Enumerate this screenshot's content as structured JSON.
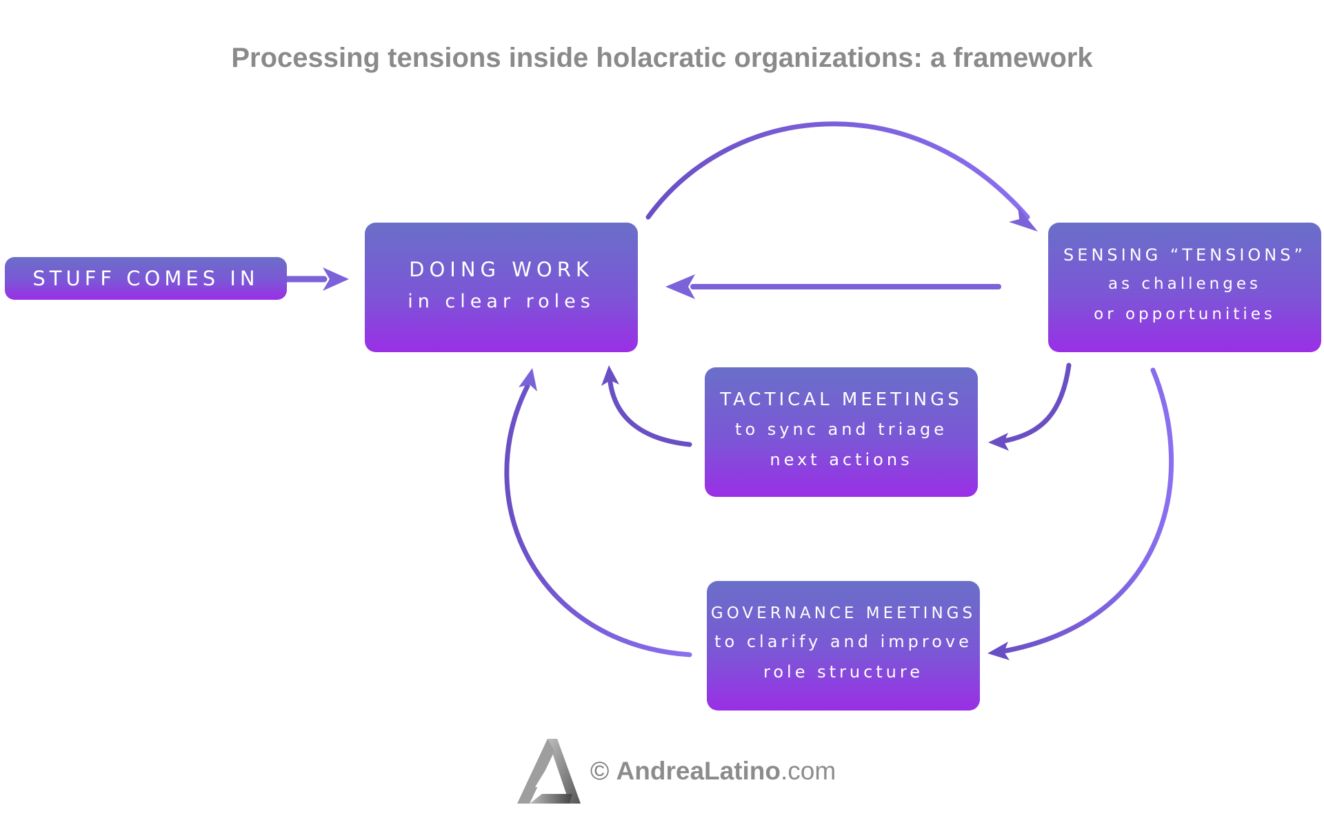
{
  "title": "Processing tensions inside holacratic organizations: a framework",
  "nodes": {
    "stuff": {
      "head": "STUFF COMES IN"
    },
    "doing": {
      "head": "DOING WORK",
      "sub": [
        "in clear roles"
      ]
    },
    "sensing": {
      "head": "SENSING “TENSIONS”",
      "sub": [
        "as challenges",
        "or opportunities"
      ]
    },
    "tactical": {
      "head": "TACTICAL MEETINGS",
      "sub": [
        "to sync and triage",
        "next actions"
      ]
    },
    "governance": {
      "head": "GOVERNANCE MEETINGS",
      "sub": [
        "to clarify and improve",
        "role structure"
      ]
    }
  },
  "footer": {
    "symbol": "©",
    "brand": "AndreaLatino",
    "domain": ".com"
  },
  "colors": {
    "arrow": "#7b62d8",
    "arrow_dark": "#6a4fc4",
    "box_top": "#6a6fc8",
    "box_bottom": "#9a2fe6",
    "title": "#8a8a8a"
  }
}
